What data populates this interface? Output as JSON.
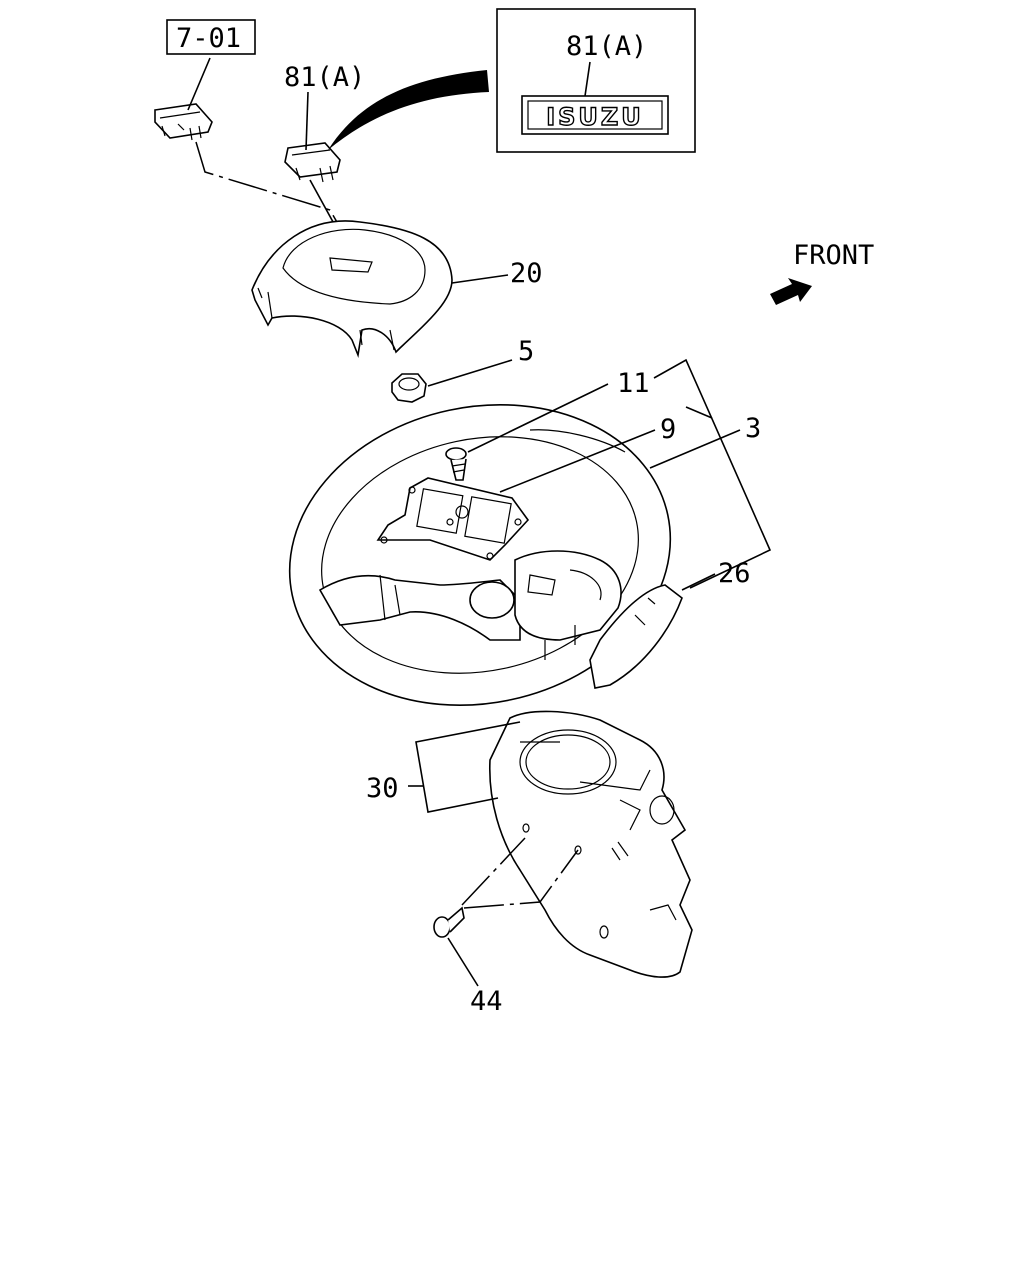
{
  "callouts": {
    "ref_7_01": "7-01",
    "p81a": "81(A)",
    "inset_81a": "81(A)",
    "p20": "20",
    "p5": "5",
    "p11": "11",
    "p9": "9",
    "p3": "3",
    "p26": "26",
    "p30": "30",
    "p44": "44"
  },
  "front_label": "FRONT",
  "emblem_text": "ISUZU"
}
